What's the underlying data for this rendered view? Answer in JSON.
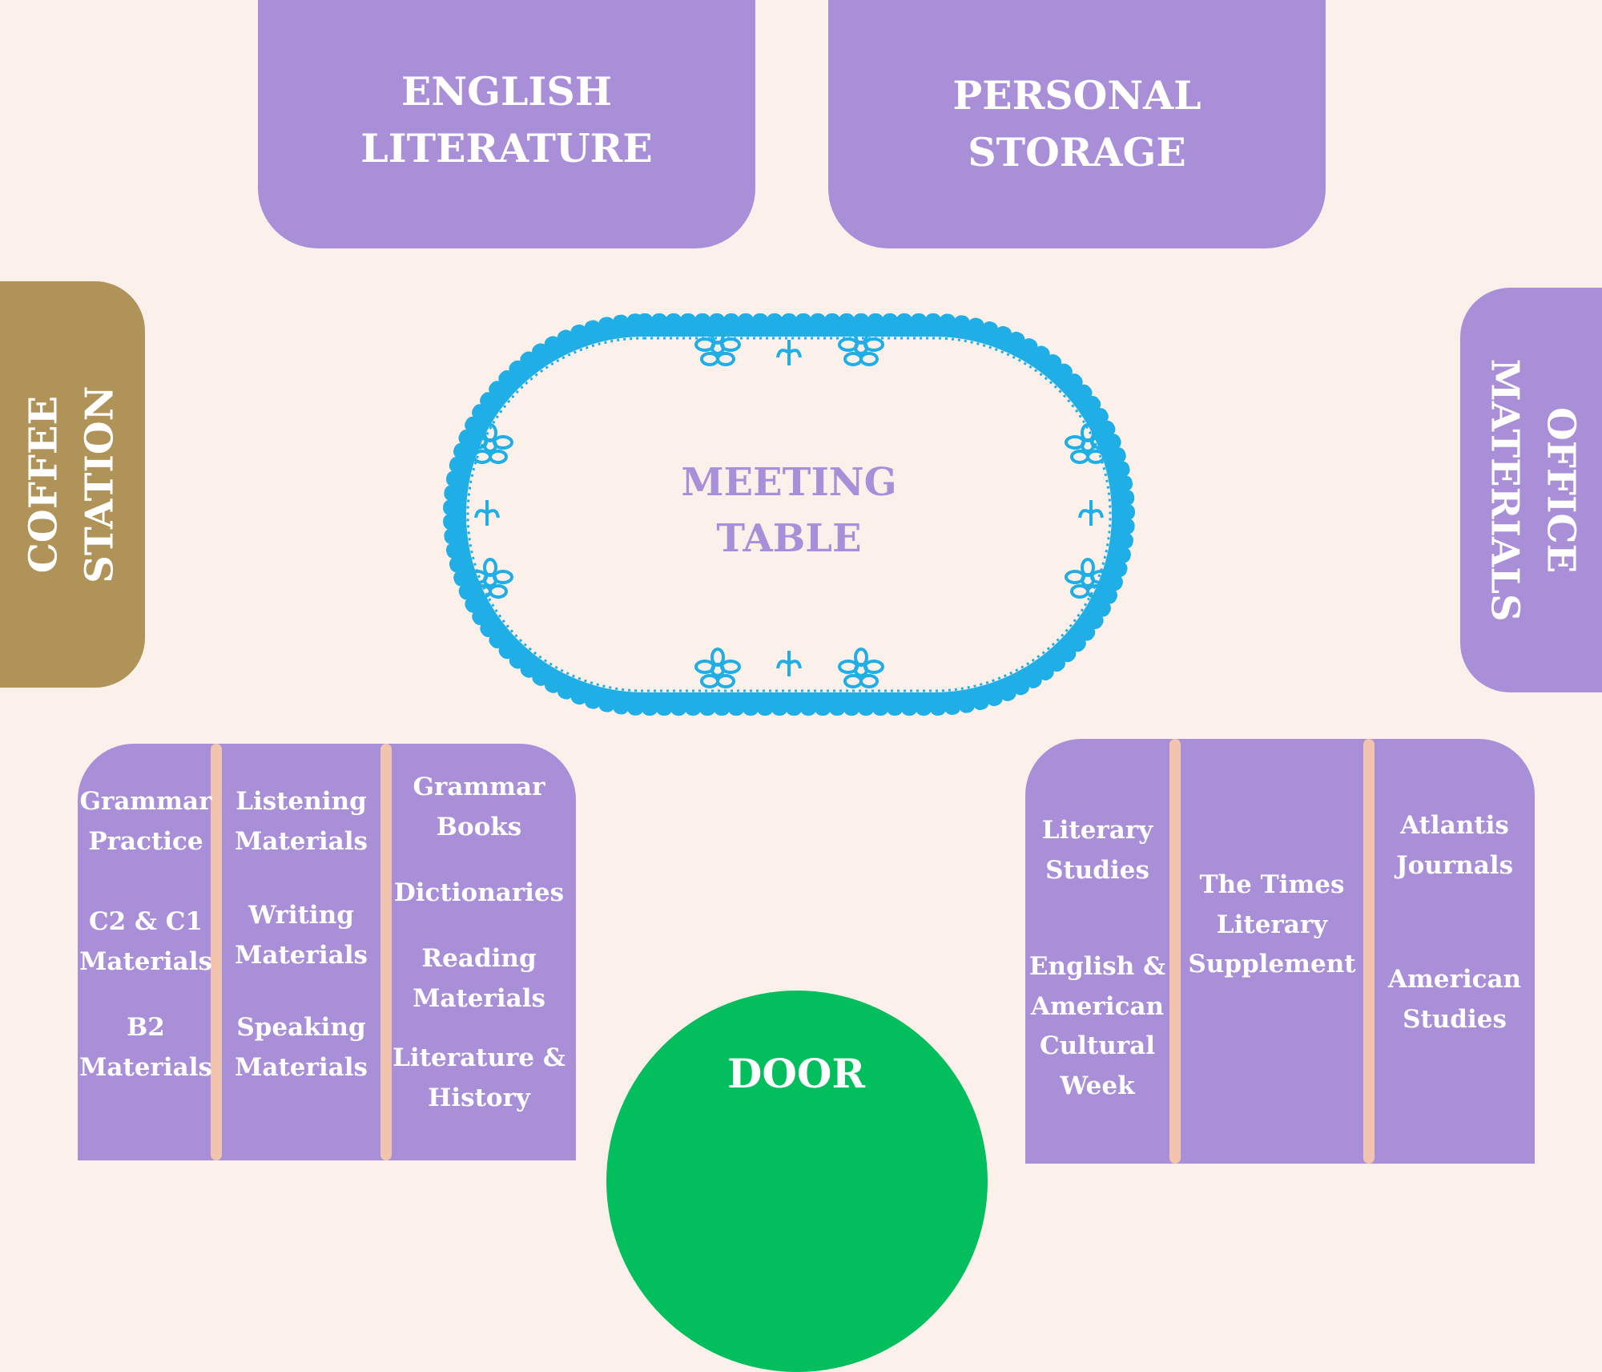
{
  "zones": {
    "english_literature": {
      "line1": "ENGLISH",
      "line2": "LITERATURE"
    },
    "personal_storage": {
      "line1": "PERSONAL",
      "line2": "STORAGE"
    },
    "coffee_station": {
      "line1": "COFFEE",
      "line2": "STATION"
    },
    "office_materials": {
      "line1": "OFFICE",
      "line2": "MATERIALS"
    },
    "meeting_table": {
      "line1": "MEETING",
      "line2": "TABLE"
    },
    "door": {
      "label": "DOOR"
    }
  },
  "left_shelf": {
    "col1": [
      "Grammar\nPractice",
      "C2 & C1\nMaterials",
      "B2\nMaterials"
    ],
    "col2": [
      "Listening\nMaterials",
      "Writing\nMaterials",
      "Speaking\nMaterials"
    ],
    "col3": [
      "Grammar\nBooks",
      "Dictionaries",
      "Reading\nMaterials",
      "Literature &\nHistory"
    ]
  },
  "right_shelf": {
    "col1": [
      "Literary\nStudies",
      "English &\nAmerican\nCultural\nWeek"
    ],
    "col2": [
      "The Times\nLiterary\nSupplement"
    ],
    "col3": [
      "Atlantis\nJournals",
      "American\nStudies"
    ]
  },
  "colors": {
    "background": "#FCF0EB",
    "zone": "#A98FD8",
    "coffee": "#B09358",
    "table_border": "#1FAEE5",
    "door": "#02BE5C",
    "divider": "#F2C3AE"
  }
}
